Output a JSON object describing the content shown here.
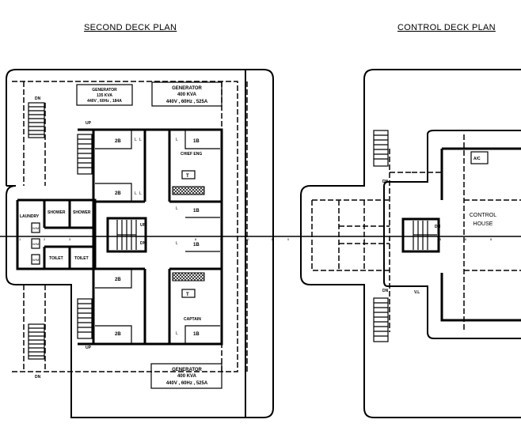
{
  "second_deck": {
    "title": "SECOND DECK PLAN",
    "generator_small": {
      "label": "GENERATOR",
      "rating": "135 KVA",
      "spec": "440V , 60Hz , 184A"
    },
    "generator_top": {
      "label": "GENERATOR",
      "rating": "400 KVA",
      "spec": "440V , 60Hz , 525A"
    },
    "generator_bottom": {
      "label": "GENERATOR",
      "rating": "400 KVA",
      "spec": "440V , 60Hz , 525A"
    },
    "rooms": {
      "cabin_2b": "2B",
      "cabin_1b": "1B",
      "chief_eng": "CHIEF ENG",
      "captain": "CAPTAIN",
      "table": "T",
      "laundry": "LAUNDRY",
      "shower": "SHOWER",
      "toilet": "TOILET",
      "washing_machine": "W/M",
      "locker": "L"
    },
    "stairs": {
      "up": "UP",
      "down": "DN"
    },
    "grid_numbers": [
      "1",
      "2",
      "3",
      "4",
      "8",
      "9",
      "10",
      "11"
    ]
  },
  "control_deck": {
    "title": "CONTROL DECK PLAN",
    "ac": "A/C",
    "control_house": [
      "CONTROL",
      "HOUSE"
    ],
    "down": "DN",
    "vl": "V.L",
    "grid_numbers": [
      "0",
      "3",
      "4",
      "5",
      "6",
      "8"
    ]
  }
}
